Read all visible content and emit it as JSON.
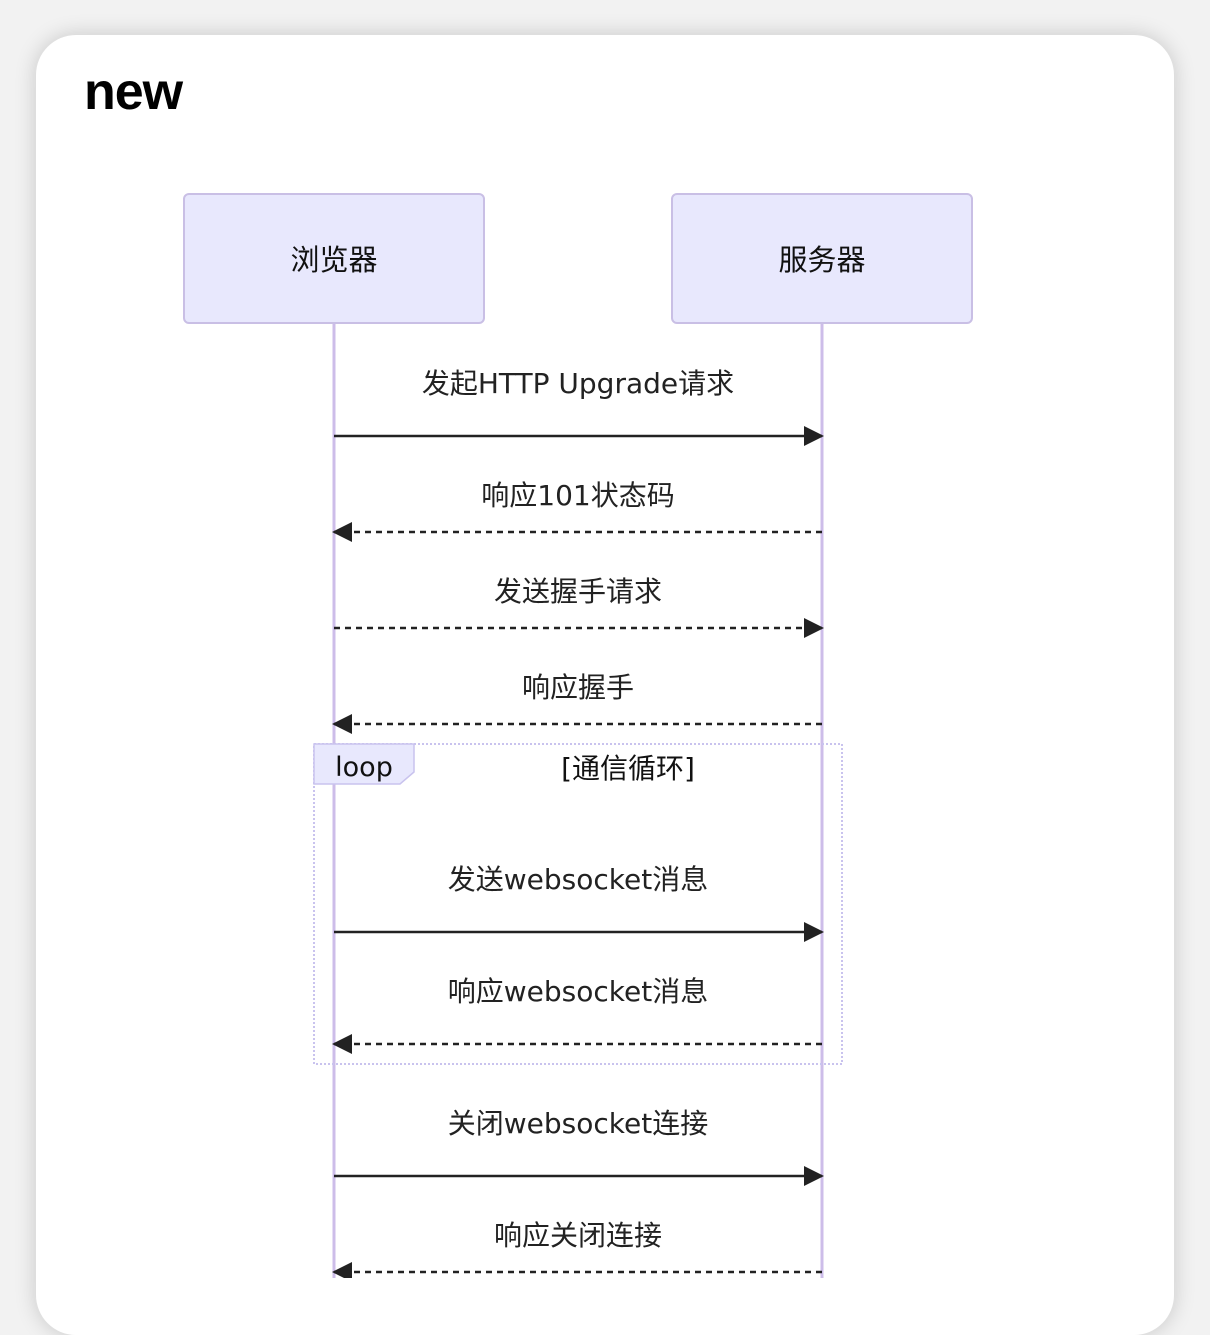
{
  "title": "new",
  "colors": {
    "actor_fill": "#e8e8fd",
    "actor_stroke": "#c9bfe5",
    "lifeline": "#cdbde9",
    "arrow": "#222222",
    "loop_border": "#c9c3ee"
  },
  "actors": [
    {
      "id": "browser",
      "label": "浏览器"
    },
    {
      "id": "server",
      "label": "服务器"
    }
  ],
  "messages": [
    {
      "from": "browser",
      "to": "server",
      "label": "发起HTTP Upgrade请求",
      "style": "solid"
    },
    {
      "from": "server",
      "to": "browser",
      "label": "响应101状态码",
      "style": "dashed"
    },
    {
      "from": "browser",
      "to": "server",
      "label": "发送握手请求",
      "style": "dashed"
    },
    {
      "from": "server",
      "to": "browser",
      "label": "响应握手",
      "style": "dashed"
    },
    {
      "from": "browser",
      "to": "server",
      "label": "发送websocket消息",
      "style": "solid",
      "in_loop": true
    },
    {
      "from": "server",
      "to": "browser",
      "label": "响应websocket消息",
      "style": "dashed",
      "in_loop": true
    },
    {
      "from": "browser",
      "to": "server",
      "label": "关闭websocket连接",
      "style": "solid"
    },
    {
      "from": "server",
      "to": "browser",
      "label": "响应关闭连接",
      "style": "dashed"
    }
  ],
  "loop": {
    "keyword": "loop",
    "condition": "[通信循环]"
  }
}
